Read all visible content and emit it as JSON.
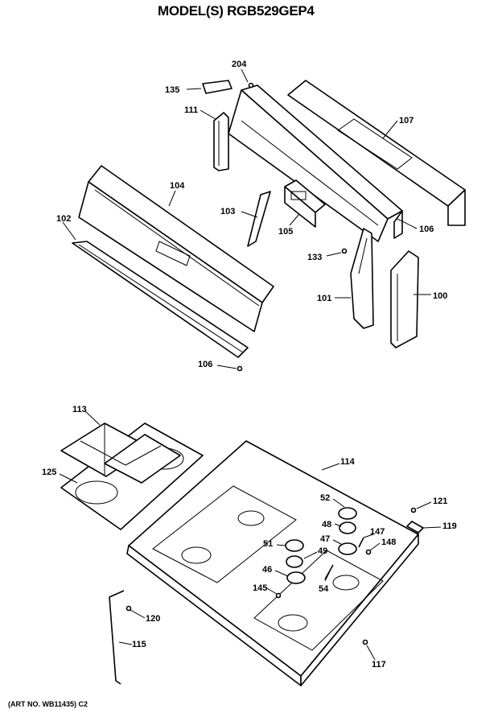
{
  "title": "MODEL(S) RGB529GEP4",
  "footer": "(ART NO. WB11435) C2",
  "callouts": {
    "c204": "204",
    "c135": "135",
    "c111": "111",
    "c107": "107",
    "c104": "104",
    "c102": "102",
    "c103": "103",
    "c105": "105",
    "c106a": "106",
    "c133": "133",
    "c101": "101",
    "c100": "100",
    "c106b": "106",
    "c113": "113",
    "c125": "125",
    "c114": "114",
    "c121": "121",
    "c52": "52",
    "c48a": "48",
    "c119": "119",
    "c47": "47",
    "c147": "147",
    "c51": "51",
    "c148": "148",
    "c49": "49",
    "c46": "46",
    "c145": "145",
    "c54": "54",
    "c120": "120",
    "c115": "115",
    "c117": "117"
  }
}
